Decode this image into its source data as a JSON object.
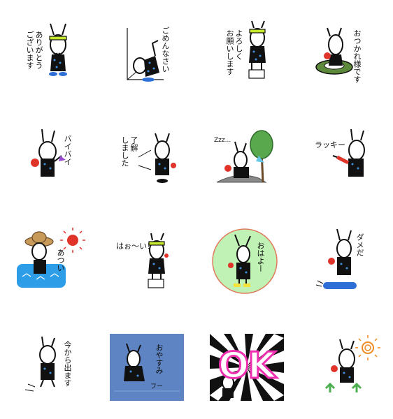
{
  "stickers": [
    {
      "id": "arigatou",
      "text": "ありがとう\nございます"
    },
    {
      "id": "gomennasai",
      "text": "ごめんなさい"
    },
    {
      "id": "yoroshiku",
      "text": "よろしく\nお願いします"
    },
    {
      "id": "otsukare",
      "text": "おつかれ様です"
    },
    {
      "id": "baibai",
      "text": "バイバイ"
    },
    {
      "id": "ryoukai",
      "text": "了解\nしました"
    },
    {
      "id": "zzz",
      "text": "Zzz..."
    },
    {
      "id": "lucky",
      "text": "ラッキー"
    },
    {
      "id": "atsui",
      "text": "あつい"
    },
    {
      "id": "hao",
      "text": "はぉ～い！"
    },
    {
      "id": "ohayo",
      "text": "おはよー"
    },
    {
      "id": "dame",
      "text": "ダメだ"
    },
    {
      "id": "imakara",
      "text": "今から出ます"
    },
    {
      "id": "oyasumi",
      "text": "おやすみ",
      "sub": "フー"
    },
    {
      "id": "ok",
      "text": "OK"
    },
    {
      "id": "sun",
      "text": ""
    }
  ],
  "colors": {
    "ink": "#111111",
    "shirt_dot": "#3f8fdc",
    "red": "#e0342a",
    "green_accent": "#c6e82f",
    "blue_water": "#2d9de8",
    "night_bg": "#5f84c4",
    "moon": "#f2e23a",
    "ok_pink": "#ee2fb0",
    "ohayo_bg": "#bff2b4",
    "sun_orange": "#f28a22"
  }
}
